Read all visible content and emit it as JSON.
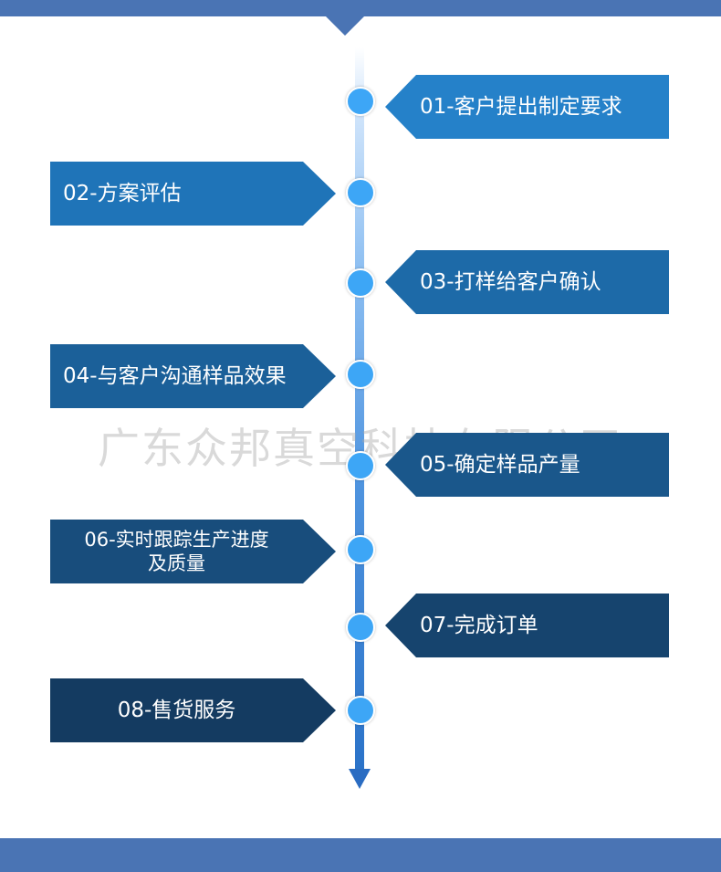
{
  "steps": [
    {
      "label": "01-客户提出制定要求"
    },
    {
      "label": "02-方案评估"
    },
    {
      "label": "03-打样给客户确认"
    },
    {
      "label": "04-与客户沟通样品效果"
    },
    {
      "label": "05-确定样品产量"
    },
    {
      "label_line1": "06-实时跟踪生产进度",
      "label_line2": "及质量"
    },
    {
      "label": "07-完成订单"
    },
    {
      "label": "08-售货服务"
    }
  ],
  "watermark": "广东众邦真空科技有限公司",
  "colors": {
    "header_bar": "#4a74b4",
    "dot": "#3da6f6",
    "step_light": "#2581c9",
    "step_dark": "#143b61"
  }
}
